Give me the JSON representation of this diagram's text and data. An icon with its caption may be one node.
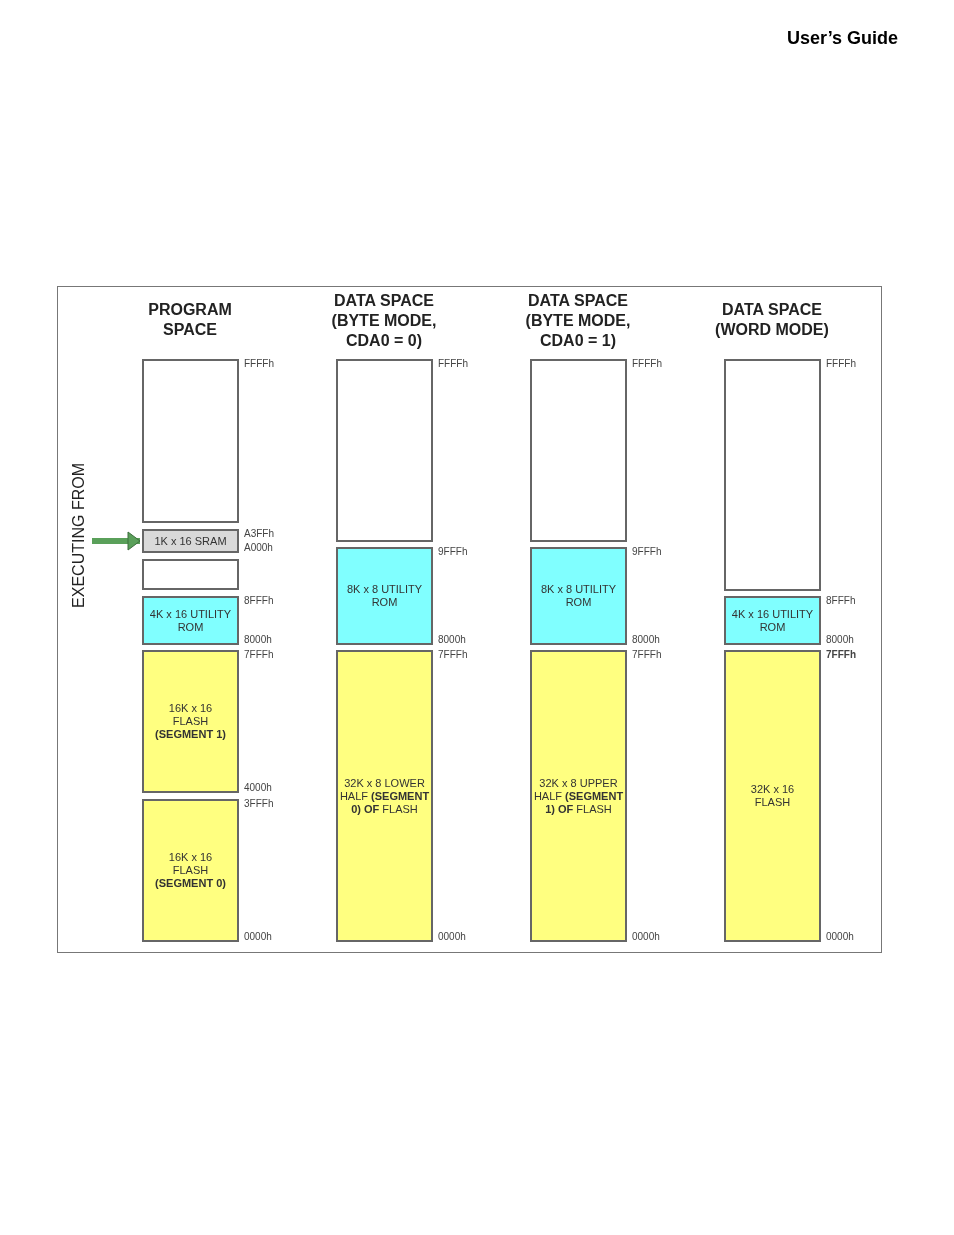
{
  "diagram": {
    "title": "User’s Guide",
    "nodes": [
      {
        "text": [
          "EXECUTING FROM"
        ]
      },
      {
        "text": [],
        "shape": "box",
        "beside": [
          "FFFFh"
        ]
      },
      {
        "text": [
          "1K x 16 SRAM"
        ],
        "beside": [
          "A3FFh",
          "A000h"
        ]
      },
      {
        "text": [],
        "shape": "box"
      },
      {
        "text": [
          "4K x 16 UTILITY ROM"
        ],
        "beside": [
          "8FFFh",
          "8000h"
        ]
      },
      {
        "text": [
          "16K x 16 FLASH **(SEGMENT 1)**"
        ],
        "beside": [
          "7FFFh",
          "4000h"
        ]
      },
      {
        "text": [
          "16K x 16 FLASH **(SEGMENT 0)**"
        ],
        "beside": [
          "3FFFh",
          "0000h"
        ]
      },
      {
        "text": [],
        "shape": "box",
        "beside": [
          "FFFFh"
        ]
      },
      {
        "text": [
          "8K x 8 UTILITY ROM"
        ],
        "beside": [
          "9FFFh",
          "8000h"
        ]
      },
      {
        "text": [
          "32K x 8 LOWER HALF **(SEGMENT 0) OF** FLASH"
        ],
        "beside": [
          "7FFFh",
          "0000h"
        ]
      },
      {
        "text": [],
        "shape": "box",
        "beside": [
          "FFFFh"
        ]
      },
      {
        "text": [
          "8K x 8 UTILITY ROM"
        ],
        "beside": [
          "9FFFh",
          "8000h"
        ]
      },
      {
        "text": [
          "32K x 8 UPPER HALF **(SEGMENT 1) OF** FLASH"
        ],
        "beside": [
          "7FFFh",
          "0000h"
        ]
      },
      {
        "text": [],
        "shape": "box",
        "beside": [
          "FFFFh"
        ]
      },
      {
        "text": [
          "4K x 16 UTILITY ROM"
        ],
        "beside": [
          "8FFFh",
          "8000h"
        ]
      },
      {
        "text": [
          "32K x 16 FLASH"
        ],
        "beside": [
          "**7FFFh**",
          "0000h"
        ]
      }
    ],
    "edges": [
      {
        "from": 0,
        "to": 2,
        "arrow": "to"
      }
    ],
    "labels": [
      "PROGRAM SPACE",
      "DATA SPACE (BYTE MODE, CDA0 = 0)",
      "DATA SPACE (BYTE MODE, CDA0 = 1)",
      "DATA SPACE (WORD MODE)"
    ]
  }
}
